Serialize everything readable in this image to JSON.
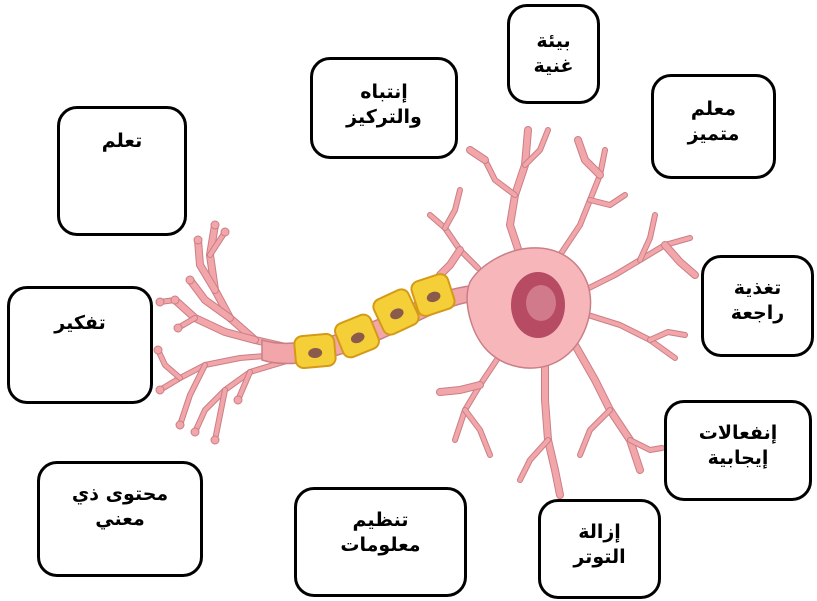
{
  "labels": {
    "environment": [
      "بيئة",
      "غنية"
    ],
    "attention": [
      "إنتباه",
      "والتركيز"
    ],
    "teacher": [
      "معلم",
      "متميز"
    ],
    "learning": [
      "تعلم"
    ],
    "feedback": [
      "تغذية",
      "راجعة"
    ],
    "thinking": [
      "تفكير"
    ],
    "emotions": [
      "إنفعالات",
      "إيجابية"
    ],
    "meaningful_content": [
      "محتوى ذي",
      "معني"
    ],
    "organizing_info": [
      "تنظيم",
      "معلومات"
    ],
    "stress_removal": [
      "إزالة",
      "التوتر"
    ]
  },
  "colors": {
    "dendrite": "#f2a6aa",
    "dendrite_outline": "#c97f86",
    "soma": "#f6b6ba",
    "nucleus": "#b64b63",
    "nucleolus": "#d07a8c",
    "myelin": "#f5cf38",
    "myelin_outline": "#d49a17",
    "box_border": "#000000"
  }
}
